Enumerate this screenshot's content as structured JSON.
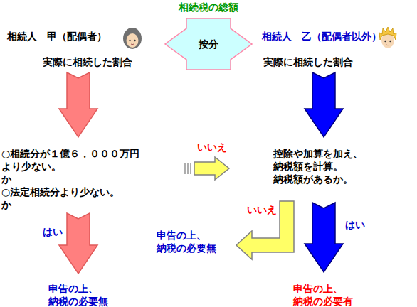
{
  "diagram": {
    "title": "相続税の総額",
    "nodes": [
      {
        "text": [
          "相続人　甲（配偶者）",
          "実際に相続した割合"
        ]
      },
      {
        "text": [
          "相続人　乙（配偶者以外）",
          "実際に相続した割合"
        ]
      },
      {
        "text": [
          "○相続分が１億６，０００万円 より少ない。",
          "か",
          "○法定相続分より少ない。",
          "か"
        ]
      },
      {
        "text": [
          "控除や加算を加え、 納税額を計算。 納税額があるか。"
        ]
      },
      {
        "text": [
          "申告の上、 納税の必要無"
        ]
      },
      {
        "text": [
          "申告の上、 納税の必要無"
        ]
      },
      {
        "text": [
          "申告の上、 納税の必要有"
        ]
      }
    ],
    "edges": [
      {
        "from": 0,
        "to": 1,
        "label": "按分",
        "arrow": "both"
      },
      {
        "from": 0,
        "to": 2,
        "arrow": "to"
      },
      {
        "from": 1,
        "to": 3,
        "arrow": "to"
      },
      {
        "from": 2,
        "to": 3,
        "label": "いいえ",
        "arrow": "to"
      },
      {
        "from": 2,
        "to": 5,
        "label": "はい",
        "arrow": "to"
      },
      {
        "from": 3,
        "to": 4,
        "label": "いいえ",
        "arrow": "to"
      },
      {
        "from": 3,
        "to": 6,
        "label": "はい",
        "arrow": "to"
      }
    ]
  }
}
